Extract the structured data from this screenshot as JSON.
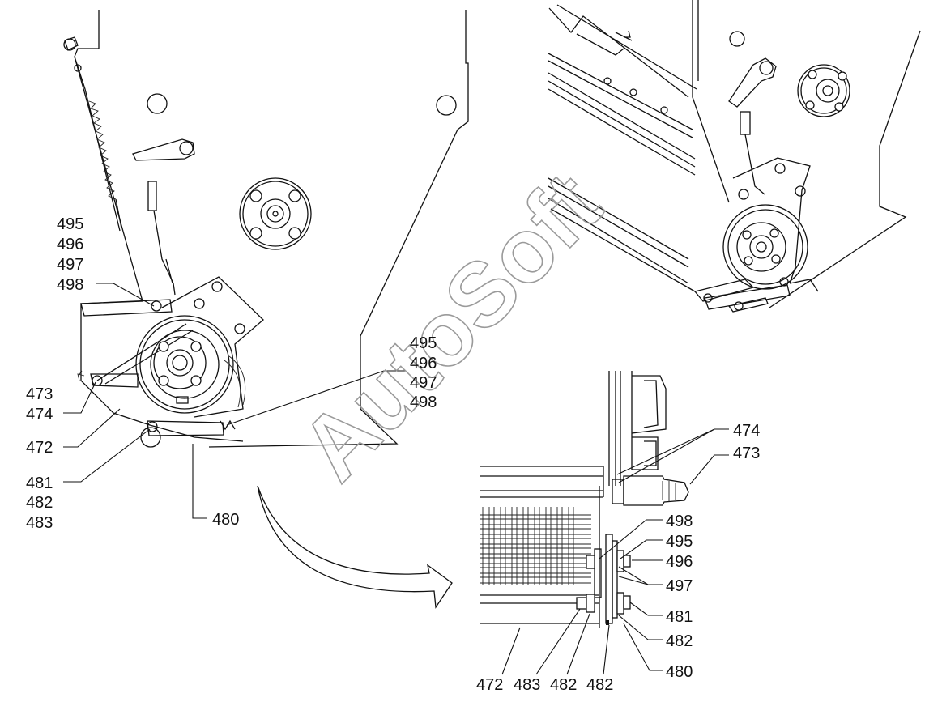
{
  "watermark": "AutoSoft",
  "left_view": {
    "callouts": {
      "group_upper": [
        "495",
        "496",
        "497",
        "498"
      ],
      "group_middle": [
        "495",
        "496",
        "497",
        "498"
      ],
      "c473": "473",
      "c474": "474",
      "c472": "472",
      "group_lower": [
        "481",
        "482",
        "483"
      ],
      "c480": "480"
    }
  },
  "detail_view": {
    "callouts": {
      "c474": "474",
      "c473": "473",
      "c498": "498",
      "c495": "495",
      "c496": "496",
      "c497": "497",
      "c481": "481",
      "c482": "482",
      "c480": "480",
      "bottom_row": [
        "472",
        "483",
        "482",
        "482"
      ]
    }
  }
}
